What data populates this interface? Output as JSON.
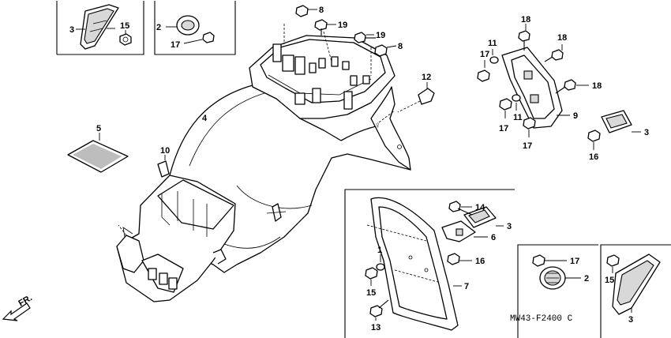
{
  "diagram": {
    "drawing_code": "MW43-F2400 C",
    "direction_label": "FR.",
    "callouts": {
      "c3a": "3",
      "c15a": "15",
      "c2a": "2",
      "c17a": "17",
      "c8a": "8",
      "c19a": "19",
      "c19b": "19",
      "c8b": "8",
      "c12": "12",
      "c4": "4",
      "c5": "5",
      "c10": "10",
      "c18a": "18",
      "c18b": "18",
      "c18c": "18",
      "c11a": "11",
      "c17b": "17",
      "c11b": "11",
      "c17c": "17",
      "c17d": "17",
      "c9": "9",
      "c3b": "3",
      "c16a": "16",
      "c14": "14",
      "c3c": "3",
      "c6": "6",
      "c1": "1",
      "c16b": "16",
      "c15b": "15",
      "c7": "7",
      "c13": "13",
      "c17e": "17",
      "c2b": "2",
      "c15c": "15",
      "c3d": "3"
    }
  }
}
